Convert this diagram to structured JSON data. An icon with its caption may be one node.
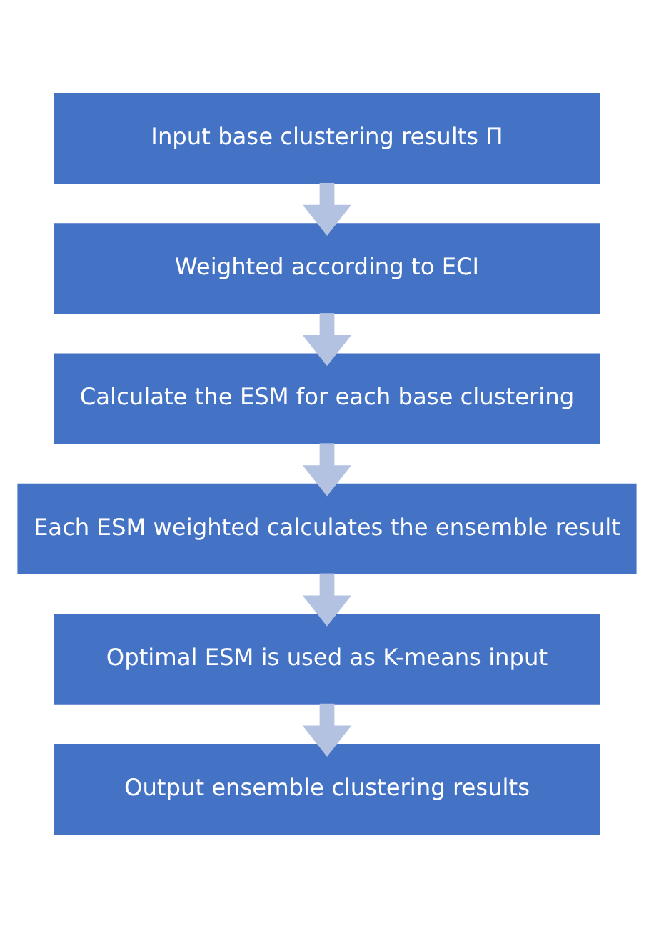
{
  "diagram": {
    "nodes": [
      {
        "text": [
          "Input base clustering results Π"
        ]
      },
      {
        "text": [
          "Weighted according to ECI"
        ]
      },
      {
        "text": [
          "Calculate the ESM for each base clustering"
        ]
      },
      {
        "text": [
          "Each ESM weighted calculates the ensemble result"
        ]
      },
      {
        "text": [
          "Optimal ESM is used as K-means input"
        ]
      },
      {
        "text": [
          "Output ensemble clustering results"
        ]
      }
    ],
    "edges": [
      {
        "from": 0,
        "to": 1,
        "arrow": "to"
      },
      {
        "from": 1,
        "to": 2,
        "arrow": "to"
      },
      {
        "from": 2,
        "to": 3,
        "arrow": "to"
      },
      {
        "from": 3,
        "to": 4,
        "arrow": "to"
      },
      {
        "from": 4,
        "to": 5,
        "arrow": "to"
      }
    ]
  }
}
